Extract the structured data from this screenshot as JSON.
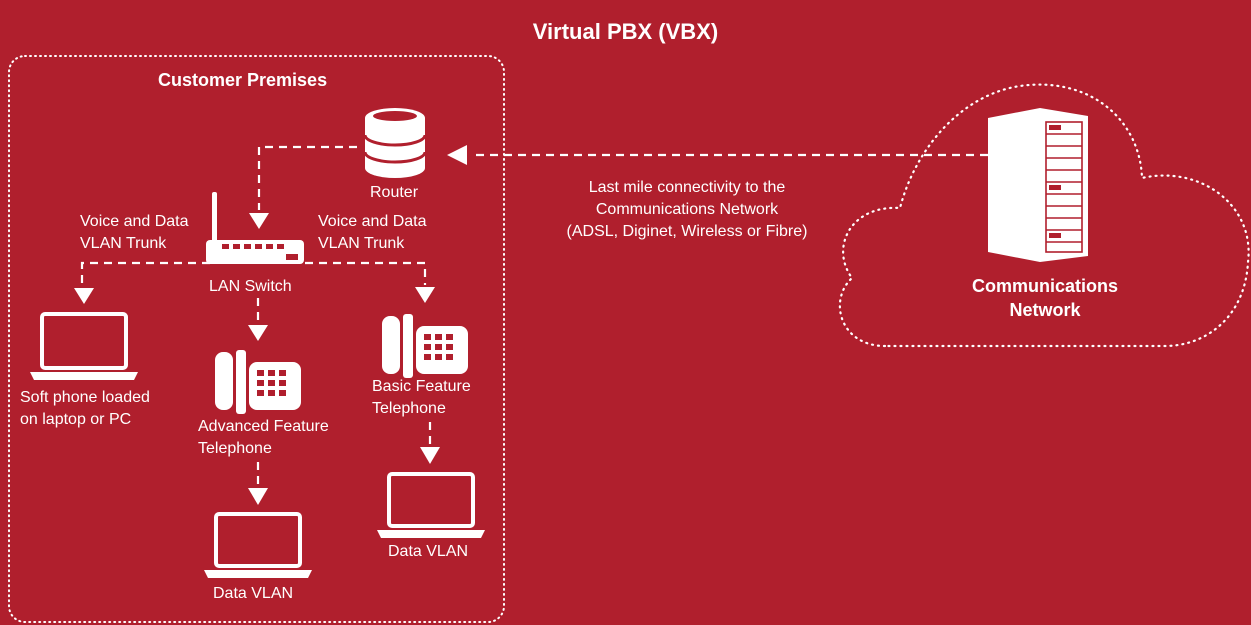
{
  "title": "Virtual PBX (VBX)",
  "colors": {
    "background": "#b01f2d",
    "foreground": "#ffffff"
  },
  "customer_premises": {
    "heading": "Customer Premises",
    "router_label": "Router",
    "lan_switch_label": "LAN Switch",
    "trunk_left_line1": "Voice and Data",
    "trunk_left_line2": "VLAN Trunk",
    "trunk_right_line1": "Voice and Data",
    "trunk_right_line2": "VLAN Trunk",
    "softphone_line1": "Soft phone loaded",
    "softphone_line2": "on laptop or PC",
    "advanced_phone_line1": "Advanced Feature",
    "advanced_phone_line2": "Telephone",
    "basic_phone_line1": "Basic Feature",
    "basic_phone_line2": "Telephone",
    "data_vlan_left": "Data VLAN",
    "data_vlan_right": "Data VLAN"
  },
  "connectivity": {
    "line1": "Last mile connectivity to the",
    "line2": "Communications Network",
    "line3": "(ADSL, Diginet, Wireless or Fibre)"
  },
  "network": {
    "line1": "Communications",
    "line2": "Network"
  },
  "icons": [
    "router-icon",
    "lan-switch-icon",
    "laptop-icon",
    "desk-phone-icon",
    "server-rack-icon",
    "cloud-outline"
  ]
}
